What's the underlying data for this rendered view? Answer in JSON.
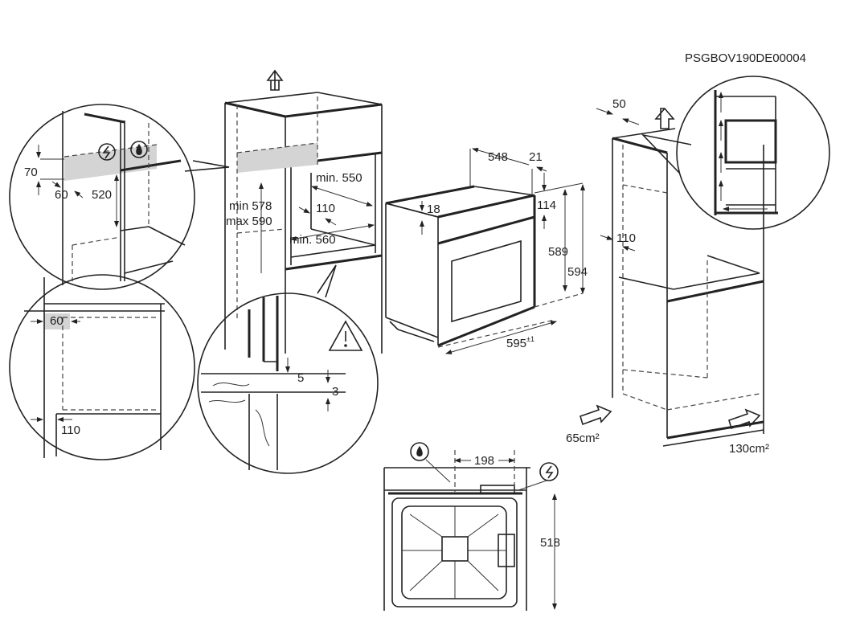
{
  "document_code": "PSGBOV190DE00004",
  "detail_top_left": {
    "height": "70",
    "depth": "60",
    "clearance": "520"
  },
  "cabinet": {
    "min_height": "min 578",
    "max_height": "max 590",
    "min_depth": "min. 550",
    "vent": "110",
    "min_width": "min. 560"
  },
  "oven": {
    "depth": "548",
    "front": "21",
    "top_offset": "18",
    "panel": "114",
    "height_inner": "589",
    "height": "594",
    "width": "595",
    "width_tolerance": "±1"
  },
  "tall_cabinet": {
    "gap": "50",
    "vent": "110",
    "inlet_area": "65cm²",
    "outlet_area": "130cm²"
  },
  "detail_bottom_left": {
    "depth": "60",
    "vent": "110"
  },
  "detail_gap": {
    "gap": "5",
    "thickness": "3"
  },
  "top_view": {
    "connection_offset": "198",
    "depth": "518"
  },
  "icons": [
    "electric-connection-icon",
    "gas-connection-icon",
    "warning-icon",
    "airflow-arrow-icon"
  ]
}
